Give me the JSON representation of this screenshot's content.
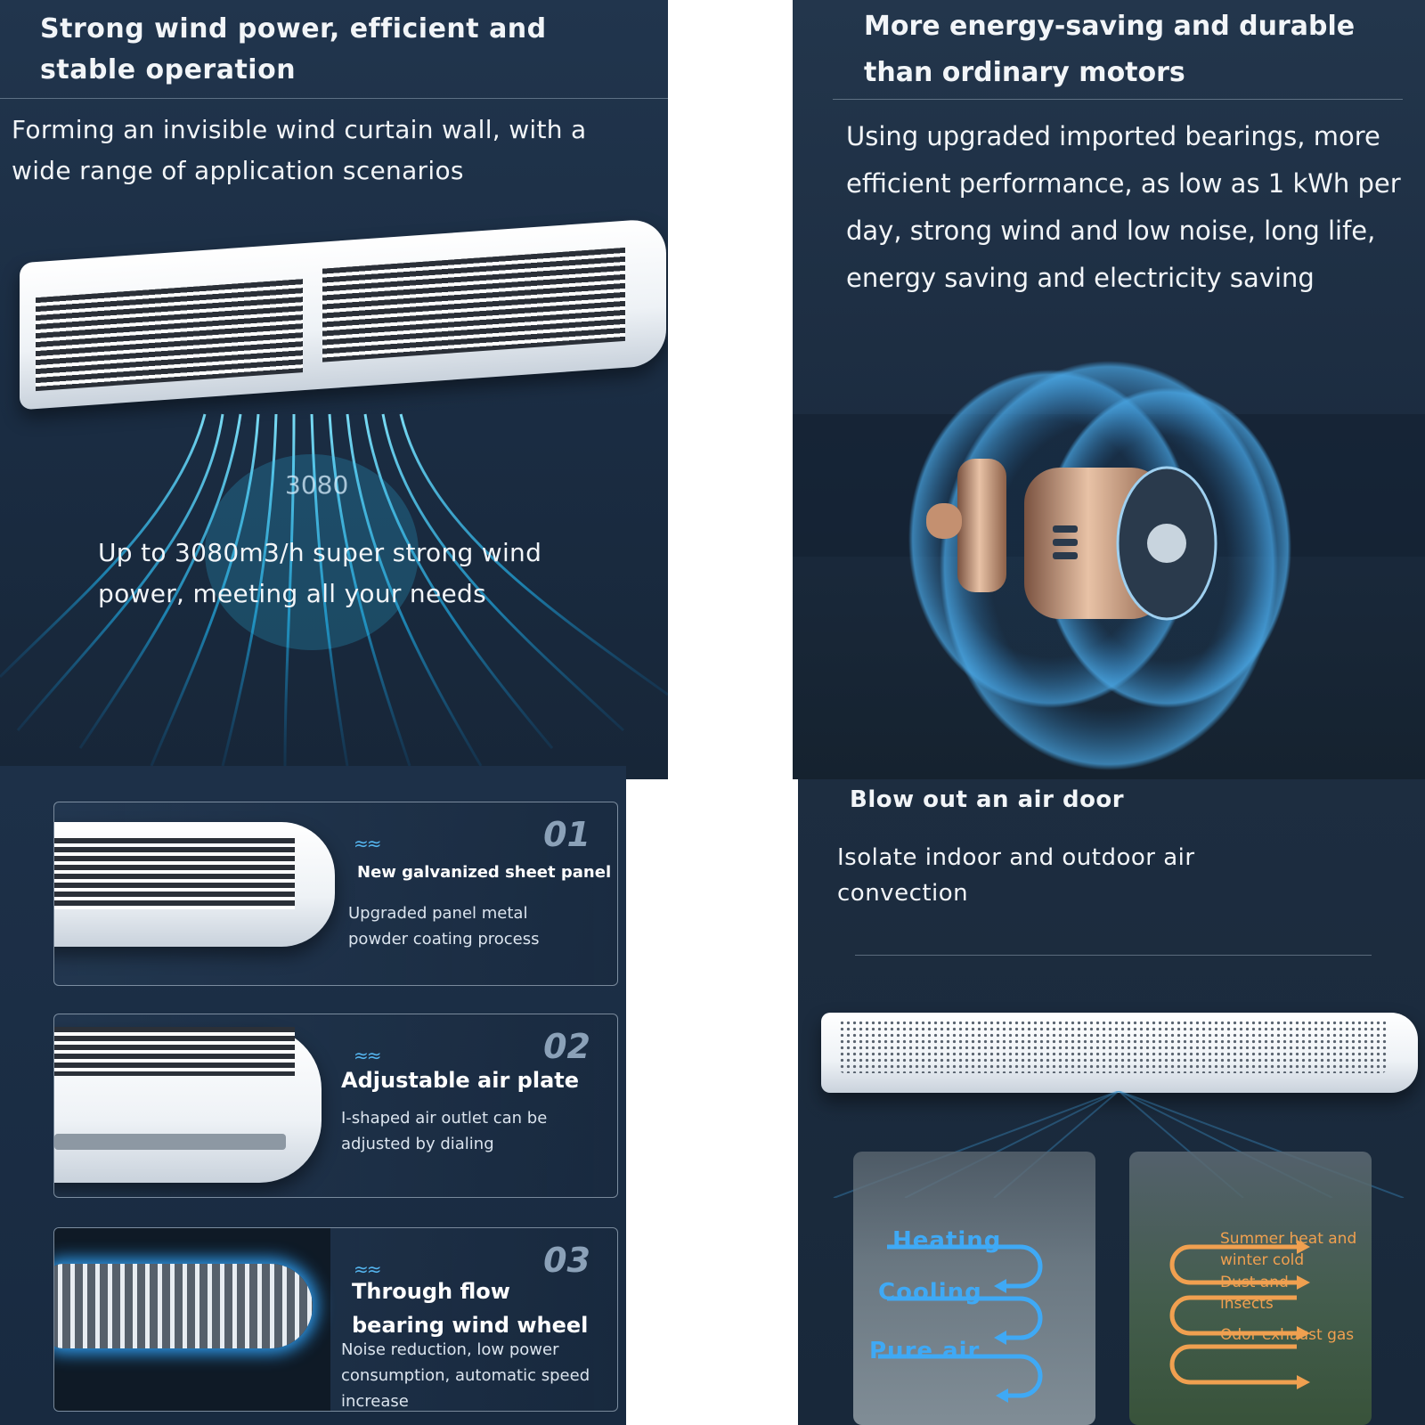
{
  "panel1": {
    "heading": "Strong wind power, efficient and stable operation",
    "subtitle": "Forming an invisible wind curtain wall, with a wide range of application scenarios",
    "airflow_value": "3080",
    "caption": "Up to 3080m3/h super strong wind power, meeting all your needs"
  },
  "panel2": {
    "heading": "More energy-saving and durable than ordinary motors",
    "body": "Using upgraded imported bearings, more efficient performance, as low as 1 kWh per day, strong wind and low noise, long life, energy saving and electricity saving"
  },
  "panel3": {
    "cards": [
      {
        "number": "01",
        "title": "New galvanized sheet panel",
        "desc": "Upgraded panel metal powder coating process"
      },
      {
        "number": "02",
        "title": "Adjustable air plate",
        "desc": "I-shaped air outlet can be adjusted by dialing"
      },
      {
        "number": "03",
        "title": "Through flow bearing wind wheel",
        "desc": "Noise reduction, low power consumption, automatic speed increase"
      }
    ]
  },
  "panel4": {
    "heading": "Blow out an air door",
    "subtitle": "Isolate indoor and outdoor air convection",
    "indoor_labels": [
      "Heating",
      "Cooling",
      "Pure air"
    ],
    "outdoor_labels": [
      "Summer heat and winter cold",
      "Dust and insects",
      "Odor exhaust gas"
    ]
  },
  "colors": {
    "accent_blue": "#3fa9f5",
    "accent_orange": "#f0a050",
    "panel_navy": "#1b2c42"
  }
}
